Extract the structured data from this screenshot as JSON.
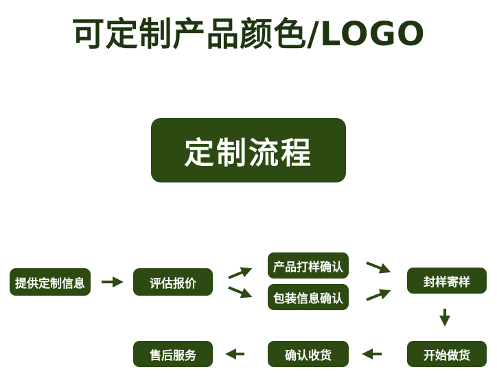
{
  "header": {
    "title": "可定制产品颜色/LOGO"
  },
  "banner": {
    "label": "定制流程"
  },
  "flow": {
    "steps": [
      {
        "id": "provide-info",
        "label": "提供定制信息"
      },
      {
        "id": "quote",
        "label": "评估报价"
      },
      {
        "id": "sample",
        "label": "产品打样确认"
      },
      {
        "id": "packaging",
        "label": "包装信息确认"
      },
      {
        "id": "seal-sample",
        "label": "封样寄样"
      },
      {
        "id": "production",
        "label": "开始做货"
      },
      {
        "id": "receipt",
        "label": "确认收货"
      },
      {
        "id": "after-sales",
        "label": "售后服务"
      }
    ],
    "colors": {
      "node_fill": "#2c4a12",
      "node_text": "#ffffff",
      "arrow": "#2c4a12",
      "title": "#1f3511"
    }
  }
}
